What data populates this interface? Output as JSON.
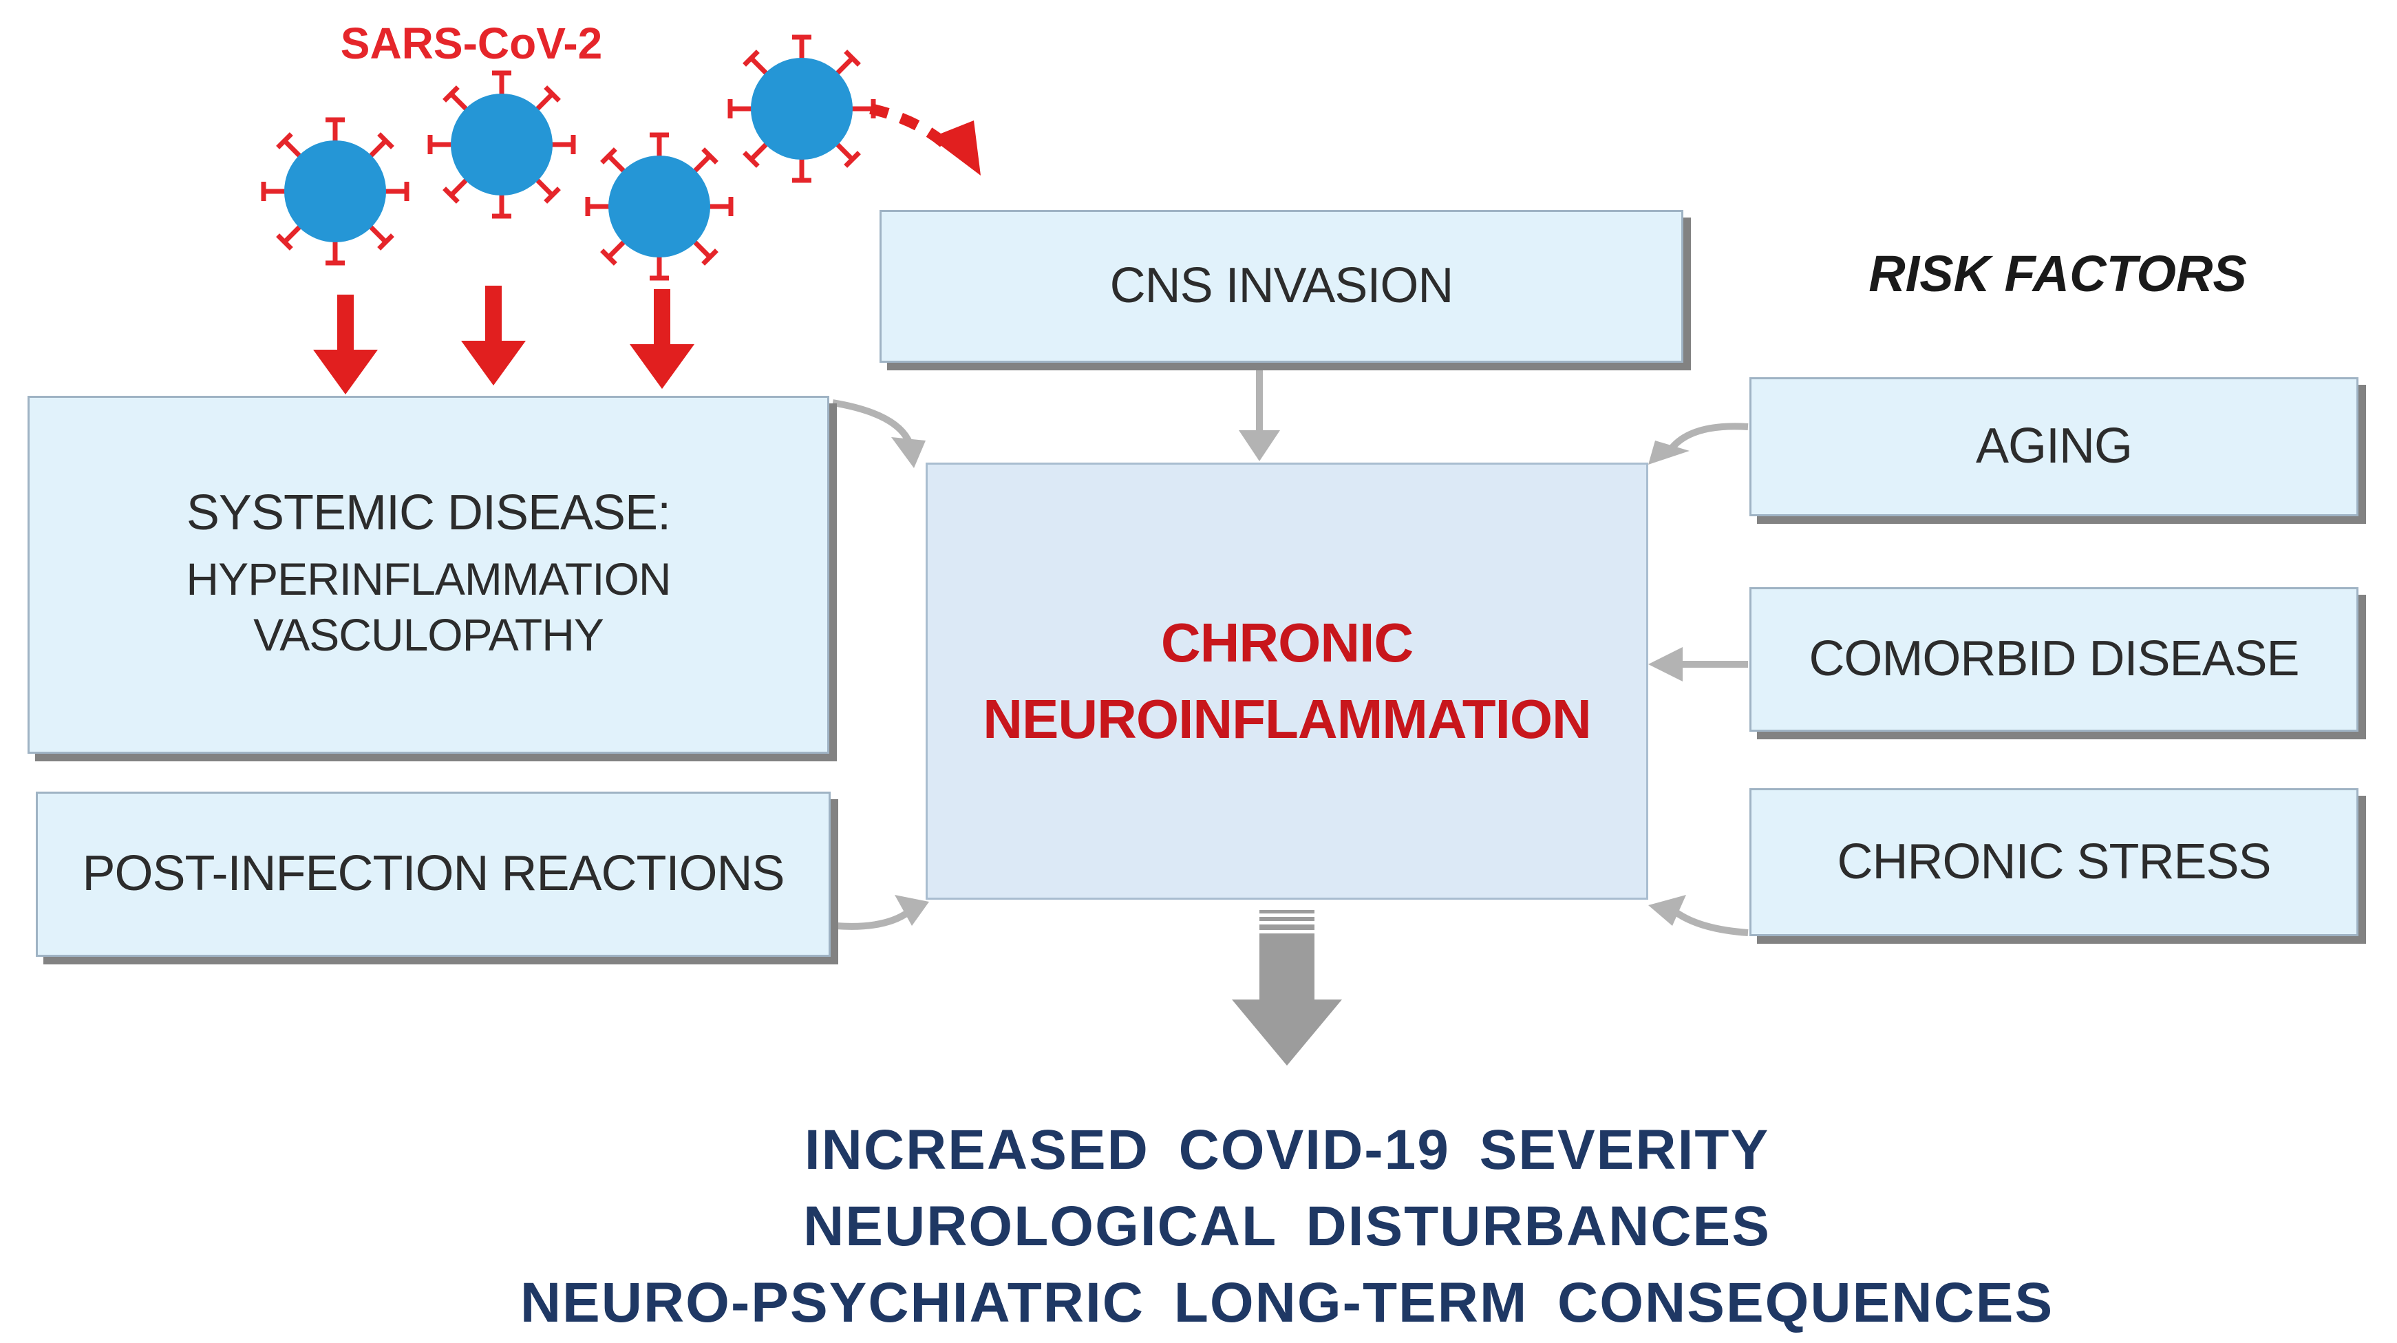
{
  "virus": {
    "label": "SARS-CoV-2"
  },
  "boxes": {
    "cns_invasion": "CNS INVASION",
    "systemic": {
      "title": "SYSTEMIC DISEASE:",
      "line1": "HYPERINFLAMMATION",
      "line2": "VASCULOPATHY"
    },
    "post_infection": "POST-INFECTION REACTIONS",
    "center": {
      "line1": "CHRONIC",
      "line2": "NEUROINFLAMMATION"
    }
  },
  "risk_factors": {
    "title": "RISK FACTORS",
    "items": [
      "AGING",
      "COMORBID DISEASE",
      "CHRONIC STRESS"
    ]
  },
  "outcomes": [
    "INCREASED COVID-19 SEVERITY",
    "NEUROLOGICAL DISTURBANCES",
    "NEURO-PSYCHIATRIC LONG-TERM CONSEQUENCES"
  ],
  "colors": {
    "virus_fill": "#2596d6",
    "virus_spikes": "#e5252a",
    "red_arrows": "#e11f1f",
    "grey_arrows": "#b3b3b3",
    "center_title": "#c8161c",
    "outcome_text": "#1f3864",
    "box_fill": "#e1f2fb"
  }
}
